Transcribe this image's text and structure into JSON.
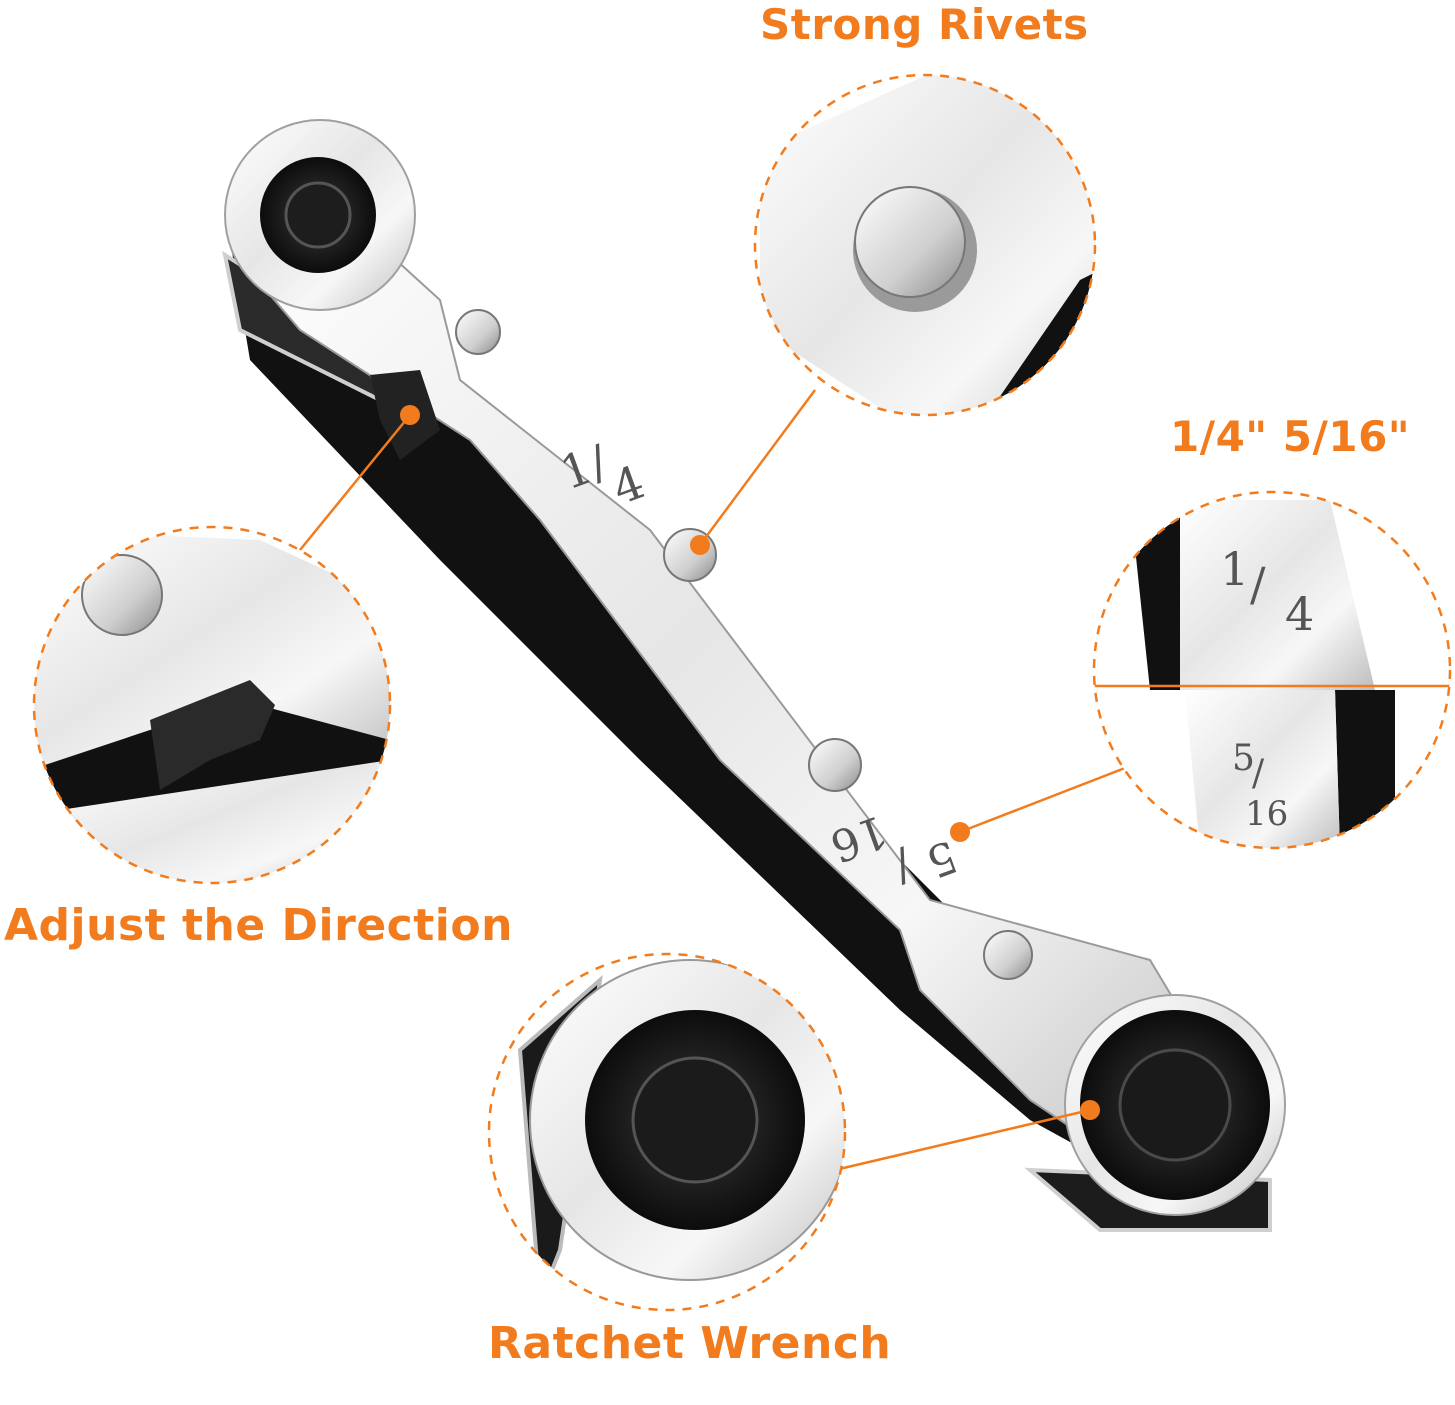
{
  "callouts": {
    "strong_rivets": "Strong Rivets",
    "sizes": "1/4\" 5/16\"",
    "adjust_direction": "Adjust the Direction",
    "ratchet_wrench": "Ratchet Wrench"
  },
  "wrench_markings": {
    "size_a_num": "1",
    "size_a_den": "4",
    "size_b_num": "5",
    "size_b_den": "16"
  },
  "colors": {
    "accent": "#f27c1d",
    "metal": "#e9e9e9",
    "black_core": "#111111"
  }
}
